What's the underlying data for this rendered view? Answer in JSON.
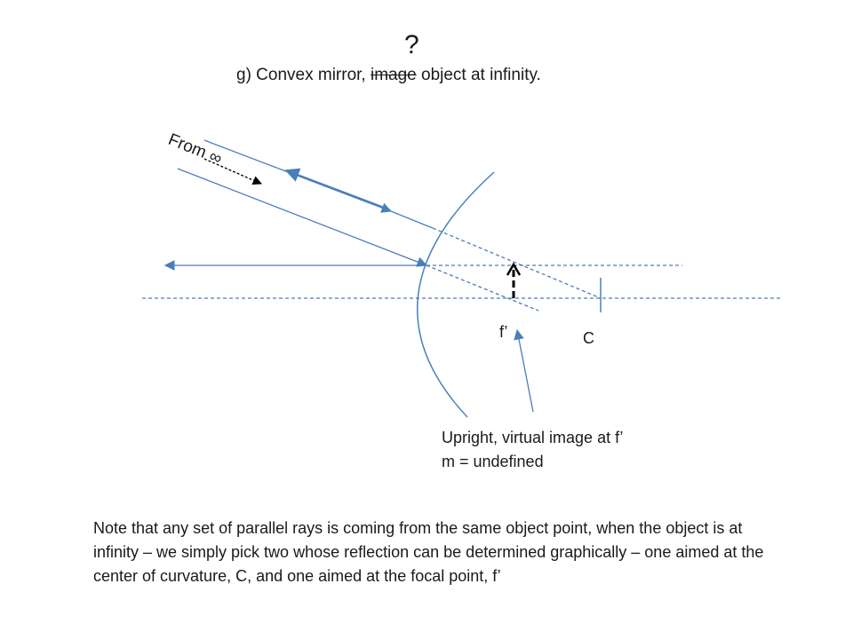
{
  "title": {
    "mark": "?",
    "prefix": "g)  Convex mirror, ",
    "struck": "image",
    "suffix": " object at infinity."
  },
  "labels": {
    "from": "From ∞",
    "focal": "f’",
    "center": "C"
  },
  "image_note": {
    "line1": "Upright, virtual image at f’",
    "line2": "m = undefined"
  },
  "note": "Note that any set of parallel rays is coming from the same object point, when the object is at infinity – we simply pick two whose reflection can be determined graphically – one aimed at the center of curvature, C, and one aimed at the focal point, f’",
  "colors": {
    "ray": "#4a7ebb",
    "text": "#1a1a1a",
    "image_arrow": "#000000"
  }
}
